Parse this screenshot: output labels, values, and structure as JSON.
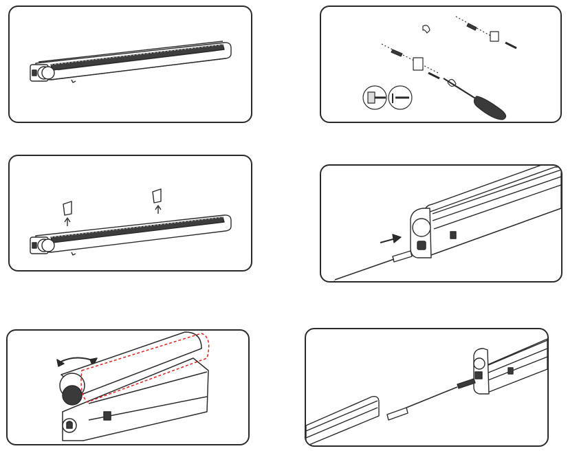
{
  "colors": {
    "outline": "#2a2a2a",
    "fill": "#ffffff",
    "shade": "#d9d9d9",
    "dark": "#3a3a3a",
    "rotation_guide": "#e0201c"
  },
  "steps": [
    {
      "id": "step-1",
      "content": "lamp-assembled"
    },
    {
      "id": "step-2",
      "content": "screw-mounting-clips-to-surface"
    },
    {
      "id": "step-3",
      "content": "attach-lamp-to-clips"
    },
    {
      "id": "step-4",
      "content": "plug-power-cord-into-lamp"
    },
    {
      "id": "step-5",
      "content": "rotate-lamp-head"
    },
    {
      "id": "step-6",
      "content": "link-lamps-with-connector-cable"
    }
  ]
}
